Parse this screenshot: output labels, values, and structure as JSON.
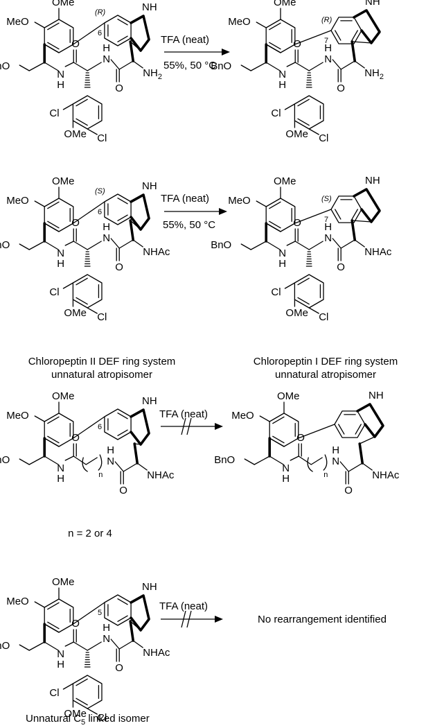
{
  "reactions": [
    {
      "conditions_top": "TFA (neat)",
      "conditions_bottom": "55%, 50 °C",
      "blocked": false,
      "reactant": {
        "stereo": "(R)",
        "position": "6",
        "amine": "NH2",
        "caption1": "",
        "caption2": ""
      },
      "product": {
        "stereo": "(R)",
        "position": "7",
        "amine": "NH2",
        "caption1": "",
        "caption2": ""
      }
    },
    {
      "conditions_top": "TFA (neat)",
      "conditions_bottom": "55%, 50 °C",
      "blocked": false,
      "reactant": {
        "stereo": "(S)",
        "position": "6",
        "amine": "NHAc",
        "caption1": "Chloropeptin II DEF ring system",
        "caption2": "unnatural atropisomer"
      },
      "product": {
        "stereo": "(S)",
        "position": "7",
        "amine": "NHAc",
        "caption1": "Chloropeptin I DEF ring system",
        "caption2": "unnatural atropisomer"
      }
    },
    {
      "conditions_top": "TFA (neat)",
      "conditions_bottom": "",
      "blocked": true,
      "reactant": {
        "position": "6",
        "amine": "NHAc",
        "linker": "n",
        "caption1": "n = 2 or 4"
      },
      "product": {
        "amine": "NHAc",
        "linker": "n"
      }
    },
    {
      "conditions_top": "TFA (neat)",
      "conditions_bottom": "",
      "blocked": true,
      "reactant": {
        "position": "5",
        "amine": "NHAc",
        "caption1": "Unnatural C",
        "caption1_sub": "5",
        "caption1_end": " linked isomer"
      },
      "result_text": "No rearrangement identified"
    }
  ],
  "labels": {
    "ome": "OMe",
    "meo": "MeO",
    "bno": "BnO",
    "nh": "NH",
    "h": "H",
    "n": "N",
    "o": "O",
    "cl": "Cl"
  }
}
